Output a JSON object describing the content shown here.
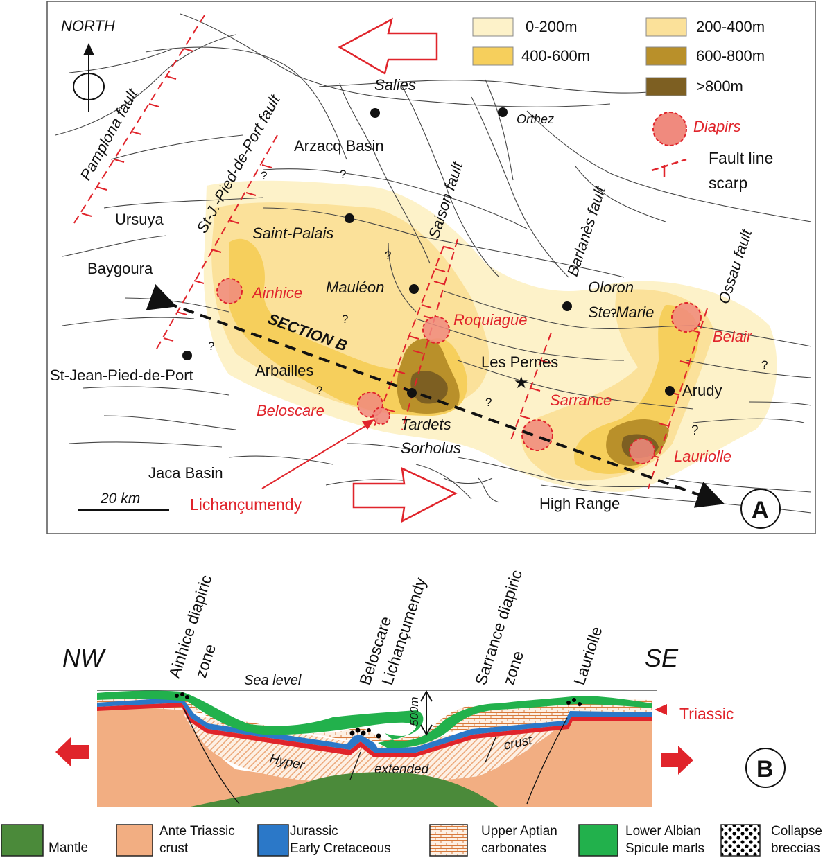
{
  "panel_a": {
    "north": "NORTH",
    "panel_letter": "A",
    "scale_label": "20 km",
    "legend": {
      "items": [
        {
          "label": "0-200m",
          "color": "#fdf2c9"
        },
        {
          "label": "200-400m",
          "color": "#fbe19a"
        },
        {
          "label": "400-600m",
          "color": "#f6cf5c"
        },
        {
          "label": "600-800m",
          "color": "#b9902a"
        },
        {
          "label": ">800m",
          "color": "#7d5f22"
        }
      ],
      "diapirs": "Diapirs",
      "fault_line_1": "Fault line",
      "fault_line_2": "scarp"
    },
    "faults": {
      "pamplona": "Pamplona fault",
      "stjpp": "St-J.-Pied-de-Port fault",
      "saison": "Saison fault",
      "barlanes": "Barlanès fault",
      "ossau": "Ossau fault"
    },
    "places": {
      "salies": "Salies",
      "orthez": "Orthez",
      "arzacq": "Arzacq Basin",
      "ursuya": "Ursuya",
      "baygoura": "Baygoura",
      "saint_palais": "Saint-Palais",
      "mauleon": "Mauléon",
      "oloron_1": "Oloron",
      "oloron_2": "Ste-Marie",
      "arbailles": "Arbailles",
      "stjpp_town": "St-Jean-Pied-de-Port",
      "les_pernes": "Les Pernes",
      "arudy": "Arudy",
      "tardets_1": "Tardets",
      "tardets_2": "Sorholus",
      "jaca": "Jaca Basin",
      "high_range": "High Range",
      "section": "SECTION B",
      "q": "?"
    },
    "diapir_labels": {
      "ainhice": "Ainhice",
      "roquiague": "Roquiague",
      "belair": "Belair",
      "sarrance": "Sarrance",
      "beloscare": "Beloscare",
      "lauriolle": "Lauriolle",
      "lichancumendy": "Lichançumendy"
    }
  },
  "panel_b": {
    "panel_letter": "B",
    "nw": "NW",
    "se": "SE",
    "sea_level": "Sea level",
    "depth": "500m",
    "triassic": "Triassic",
    "hyper": "Hyper",
    "extended": "extended",
    "crust": "crust",
    "tops": {
      "ainhice_1": "Ainhice diapiric",
      "ainhice_2": "zone",
      "belo_1": "Beloscare",
      "belo_2": "Lichançumendy",
      "sarr_1": "Sarrance diapiric",
      "sarr_2": "zone",
      "lauriolle": "Lauriolle"
    }
  },
  "bottom_legend": [
    {
      "line1": "Mantle",
      "line2": "",
      "color": "#4b8a3a"
    },
    {
      "line1": "Ante Triassic",
      "line2": "crust",
      "color": "#f2ae82"
    },
    {
      "line1": "Jurassic",
      "line2": "Early Cretaceous",
      "color": "#2b78c8"
    },
    {
      "line1": "Upper Aptian",
      "line2": "carbonates",
      "color": "#fbe5d2"
    },
    {
      "line1": "Lower Albian",
      "line2": "Spicule marls",
      "color": "#22b14c"
    },
    {
      "line1": "Collapse",
      "line2": "breccias",
      "color": "#000000"
    }
  ]
}
